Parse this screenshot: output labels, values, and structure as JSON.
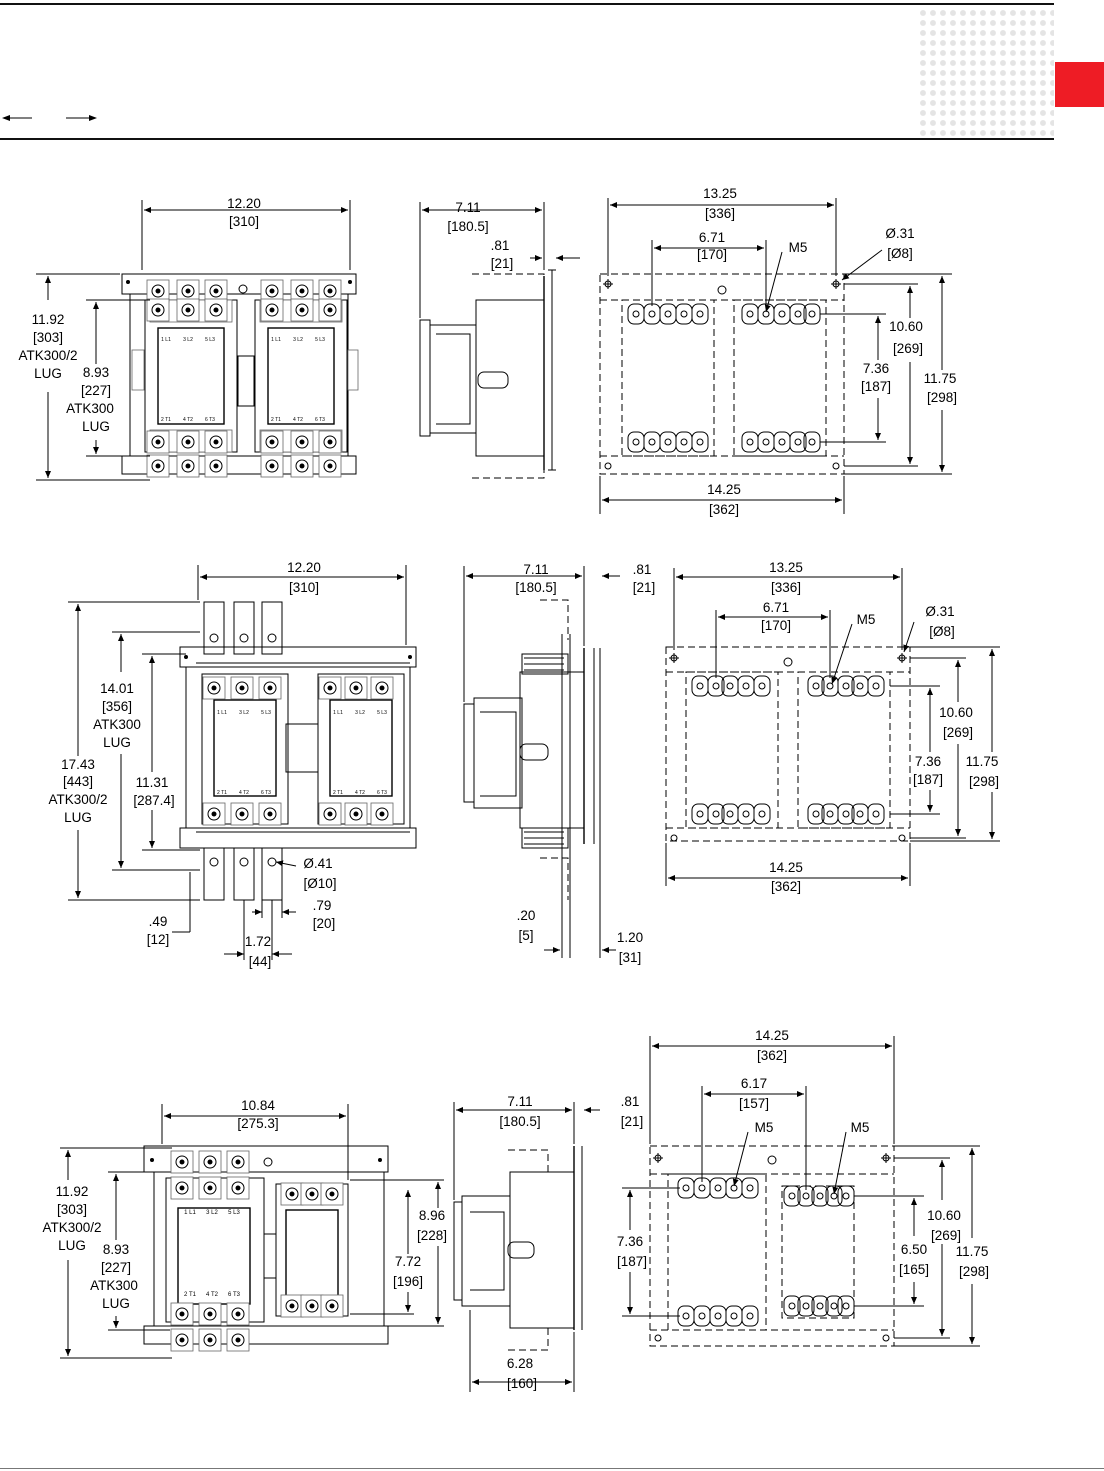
{
  "header": {
    "accent_color": "#ee1c25",
    "arrow_left_icon": "arrow-left-icon",
    "arrow_right_icon": "arrow-right-icon"
  },
  "drawings": {
    "row1": {
      "front_width": "12.20",
      "front_width_mm": "[310]",
      "front_height": "11.92",
      "front_height_mm": "[303]",
      "front_height_note1": "ATK300/2",
      "front_height_note2": "LUG",
      "inner_height": "8.93",
      "inner_height_mm": "[227]",
      "inner_height_note1": "ATK300",
      "inner_height_note2": "LUG",
      "side_depth": "7.11",
      "side_depth_mm": "[180.5]",
      "side_offset": ".81",
      "side_offset_mm": "[21]",
      "mount_width": "13.25",
      "mount_width_mm": "[336]",
      "hole_spacing": "6.71",
      "hole_spacing_mm": "[170]",
      "screw": "M5",
      "hole_dia": "Ø.31",
      "hole_dia_mm": "[Ø8]",
      "h1": "10.60",
      "h1_mm": "[269]",
      "h2": "7.36",
      "h2_mm": "[187]",
      "h3": "11.75",
      "h3_mm": "[298]",
      "base_width": "14.25",
      "base_width_mm": "[362]"
    },
    "row2": {
      "front_width": "12.20",
      "front_width_mm": "[310]",
      "mid_height": "14.01",
      "mid_height_mm": "[356]",
      "mid_note1": "ATK300",
      "mid_note2": "LUG",
      "outer_height": "17.43",
      "outer_height_mm": "[443]",
      "outer_note1": "ATK300/2",
      "outer_note2": "LUG",
      "inner_height": "11.31",
      "inner_height_mm": "[287.4]",
      "bus_hole": "Ø.41",
      "bus_hole_mm": "[Ø10]",
      "bus_w": ".79",
      "bus_w_mm": "[20]",
      "bus_gap": ".49",
      "bus_gap_mm": "[12]",
      "bus_pitch": "1.72",
      "bus_pitch_mm": "[44]",
      "side_depth": "7.11",
      "side_depth_mm": "[180.5]",
      "side_offset": ".81",
      "side_offset_mm": "[21]",
      "side_b1": ".20",
      "side_b1_mm": "[5]",
      "side_b2": "1.20",
      "side_b2_mm": "[31]",
      "mount_width": "13.25",
      "mount_width_mm": "[336]",
      "hole_spacing": "6.71",
      "hole_spacing_mm": "[170]",
      "screw": "M5",
      "hole_dia": "Ø.31",
      "hole_dia_mm": "[Ø8]",
      "h1": "10.60",
      "h1_mm": "[269]",
      "h2": "7.36",
      "h2_mm": "[187]",
      "h3": "11.75",
      "h3_mm": "[298]",
      "base_width": "14.25",
      "base_width_mm": "[362]"
    },
    "row3": {
      "front_width": "10.84",
      "front_width_mm": "[275.3]",
      "front_height": "11.92",
      "front_height_mm": "[303]",
      "front_height_note1": "ATK300/2",
      "front_height_note2": "LUG",
      "inner_height": "8.93",
      "inner_height_mm": "[227]",
      "inner_height_note1": "ATK300",
      "inner_height_note2": "LUG",
      "right_h1": "8.96",
      "right_h1_mm": "[228]",
      "right_h2": "7.72",
      "right_h2_mm": "[196]",
      "side_depth": "7.11",
      "side_depth_mm": "[180.5]",
      "side_offset": ".81",
      "side_offset_mm": "[21]",
      "side_bottom": "6.28",
      "side_bottom_mm": "[160]",
      "mount_width": "14.25",
      "mount_width_mm": "[362]",
      "hole_spacing": "6.17",
      "hole_spacing_mm": "[157]",
      "screw_a": "M5",
      "screw_b": "M5",
      "left_h": "7.36",
      "left_h_mm": "[187]",
      "h1": "10.60",
      "h1_mm": "[269]",
      "h2": "6.50",
      "h2_mm": "[165]",
      "h3": "11.75",
      "h3_mm": "[298]"
    },
    "contacts": {
      "l1": "1 L1",
      "l2": "3 L2",
      "l3": "5 L3",
      "t1": "2 T1",
      "t2": "4 T2",
      "t3": "6 T3"
    }
  }
}
